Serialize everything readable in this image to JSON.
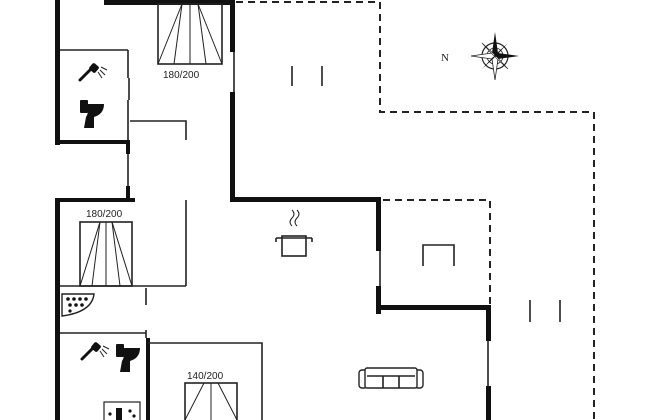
{
  "plan": {
    "north_label": "N",
    "beds": {
      "bed_top": "180/200",
      "bed_left": "180/200",
      "bed_bottom": "140/200"
    }
  },
  "icons": {
    "compass": "compass-rose-icon",
    "shower": "shower-icon",
    "toilet": "toilet-icon",
    "stove": "cooking-pot-icon",
    "sofa": "sofa-icon",
    "hot_tub": "whirlpool-icon",
    "sauna": "sauna-icon"
  }
}
